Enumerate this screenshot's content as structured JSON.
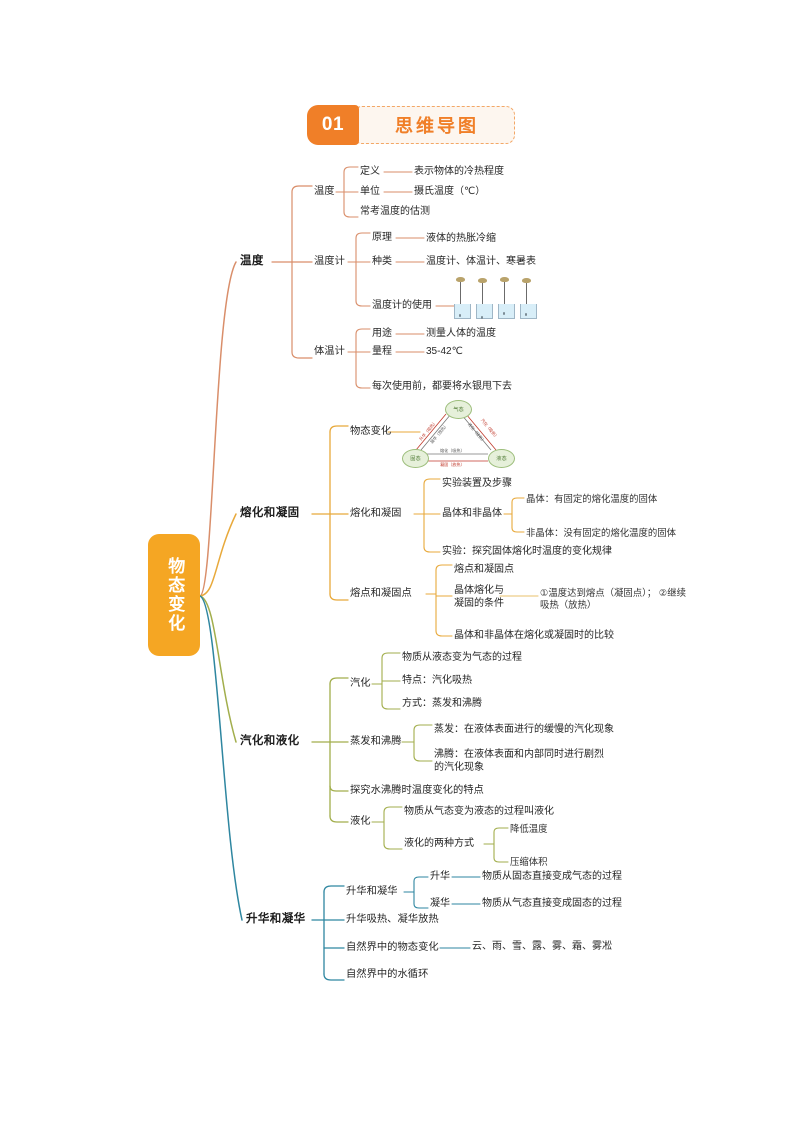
{
  "header": {
    "number": "01",
    "title": "思维导图"
  },
  "root": {
    "label": "物态变化"
  },
  "colors": {
    "temperature": "#D98E6A",
    "melting": "#E8A93B",
    "vaporization": "#A2AE4C",
    "sublimation": "#2E86A0",
    "root_bg": "#F5A623",
    "badge_bg": "#F07F28",
    "title_text": "#F07F28"
  },
  "branches": [
    {
      "id": "temperature",
      "label": "温度",
      "children": [
        {
          "label": "温度",
          "children": [
            {
              "label": "定义",
              "detail": "表示物体的冷热程度"
            },
            {
              "label": "单位",
              "detail": "摄氏温度（℃）"
            },
            {
              "label": "常考温度的估测"
            }
          ]
        },
        {
          "label": "温度计",
          "children": [
            {
              "label": "原理",
              "detail": "液体的热胀冷缩"
            },
            {
              "label": "种类",
              "detail": "温度计、体温计、寒暑表"
            },
            {
              "label": "温度计的使用",
              "detail": "thermometer-illustration"
            }
          ]
        },
        {
          "label": "体温计",
          "children": [
            {
              "label": "用途",
              "detail": "测量人体的温度"
            },
            {
              "label": "量程",
              "detail": "35-42℃"
            },
            {
              "label": "每次使用前，都要将水银甩下去"
            }
          ]
        }
      ]
    },
    {
      "id": "melting",
      "label": "熔化和凝固",
      "children": [
        {
          "label": "物态变化",
          "detail": "state-change-triangle"
        },
        {
          "label": "熔化和凝固",
          "children": [
            {
              "label": "实验装置及步骤"
            },
            {
              "label": "晶体和非晶体",
              "children": [
                {
                  "label": "晶体：有固定的熔化温度的固体"
                },
                {
                  "label": "非晶体：没有固定的熔化温度的固体"
                }
              ]
            },
            {
              "label": "实验：探究固体熔化时温度的变化规律"
            }
          ]
        },
        {
          "label": "熔点和凝固点",
          "children": [
            {
              "label": "熔点和凝固点"
            },
            {
              "label": "晶体熔化与\n凝固的条件",
              "detail": "①温度达到熔点（凝固点）；\n②继续吸热（放热）"
            },
            {
              "label": "晶体和非晶体在熔化或凝固时的比较"
            }
          ]
        }
      ]
    },
    {
      "id": "vaporization",
      "label": "汽化和液化",
      "children": [
        {
          "label": "汽化",
          "children": [
            {
              "label": "物质从液态变为气态的过程"
            },
            {
              "label": "特点：汽化吸热"
            },
            {
              "label": "方式：蒸发和沸腾"
            }
          ]
        },
        {
          "label": "蒸发和沸腾",
          "children": [
            {
              "label": "蒸发：在液体表面进行的缓慢的汽化现象"
            },
            {
              "label": "沸腾：在液体表面和内部同时进行剧烈\n的汽化现象"
            }
          ]
        },
        {
          "label": "探究水沸腾时温度变化的特点"
        },
        {
          "label": "液化",
          "children": [
            {
              "label": "物质从气态变为液态的过程叫液化"
            },
            {
              "label": "液化的两种方式",
              "children": [
                {
                  "label": "降低温度"
                },
                {
                  "label": "压缩体积"
                }
              ]
            }
          ]
        }
      ]
    },
    {
      "id": "sublimation",
      "label": "升华和凝华",
      "children": [
        {
          "label": "升华和凝华",
          "children": [
            {
              "label": "升华",
              "detail": "物质从固态直接变成气态的过程"
            },
            {
              "label": "凝华",
              "detail": "物质从气态直接变成固态的过程"
            }
          ]
        },
        {
          "label": "升华吸热、凝华放热"
        },
        {
          "label": "自然界中的物态变化",
          "detail": "云、雨、雪、露、雾、霜、雾凇"
        },
        {
          "label": "自然界中的水循环"
        }
      ]
    }
  ],
  "state_triangle": {
    "nodes": {
      "gas": "气态",
      "solid": "固态",
      "liquid": "液态"
    },
    "edges": {
      "solid_to_gas": "升华（吸热）",
      "gas_to_solid": "凝华（放热）",
      "gas_to_liquid": "液化（放热）",
      "liquid_to_gas": "汽化（吸热）",
      "solid_to_liquid": "熔化（吸热）",
      "liquid_to_solid": "凝固（放热）"
    }
  }
}
